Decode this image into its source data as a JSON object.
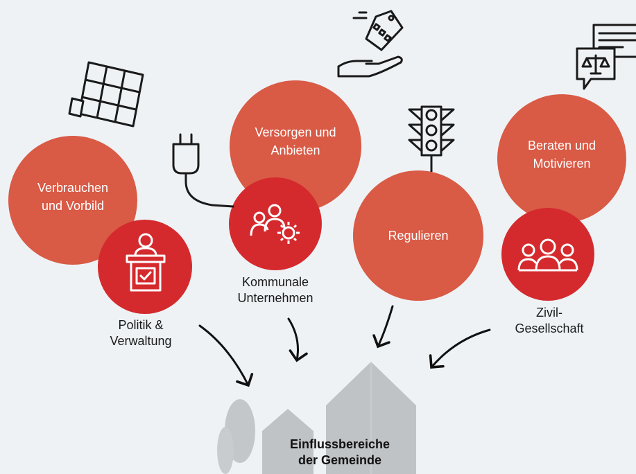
{
  "orange_circles": {
    "verbrauchen": "Verbrauchen\nund Vorbild",
    "versorgen": "Versorgen und\nAnbieten",
    "regulieren": "Regulieren",
    "beraten": "Beraten und\nMotivieren"
  },
  "actors": {
    "politik": "Politik &\nVerwaltung",
    "kommunale": "Kommunale\nUnternehmen",
    "zivil": "Zivil-\nGesellschaft"
  },
  "center": {
    "title": "Einflussbereiche\nder Gemeinde"
  },
  "colors": {
    "orange": "#d95a45",
    "red": "#d42a2e",
    "background": "#eef2f5"
  },
  "icons": [
    "solar-panel-icon",
    "plug-icon",
    "hand-price-tag-icon",
    "traffic-light-icon",
    "law-documents-icon",
    "podium-vote-icon",
    "people-gear-icon",
    "group-people-icon"
  ]
}
